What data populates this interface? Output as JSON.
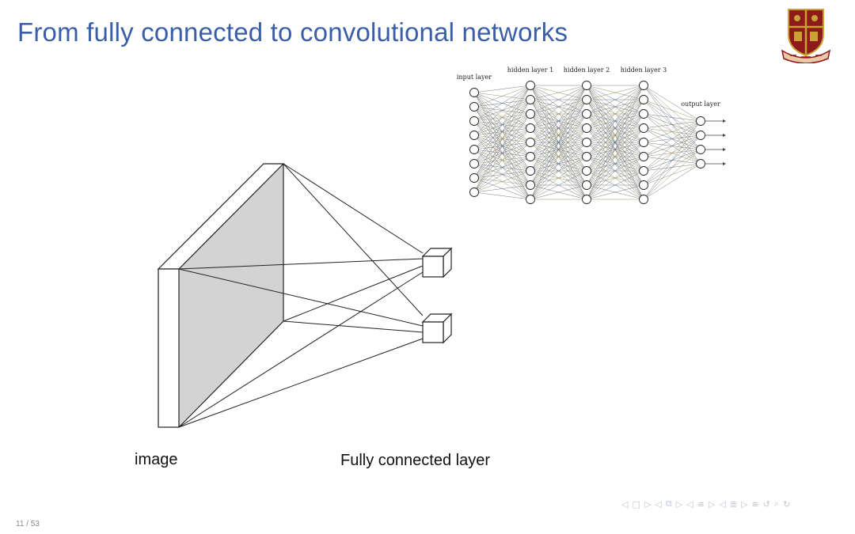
{
  "slide": {
    "title": "From fully connected to convolutional networks",
    "page_number": "11 / 53"
  },
  "nn_diagram": {
    "layers": [
      {
        "label": "input layer",
        "nodes": 8
      },
      {
        "label": "hidden layer 1",
        "nodes": 9
      },
      {
        "label": "hidden layer 2",
        "nodes": 9
      },
      {
        "label": "hidden layer 3",
        "nodes": 9
      },
      {
        "label": "output layer",
        "nodes": 4
      }
    ]
  },
  "conv_diagram": {
    "image_caption": "image",
    "fc_caption": "Fully connected layer"
  },
  "colors": {
    "title": "#3a5fa8",
    "image_face": "#d3d3d3",
    "nav": "#c2c6d6",
    "logo_red": "#8e1b1b",
    "logo_gold": "#c9a233"
  },
  "icons": [
    "university-crest-logo",
    "beamer-navigation-icons"
  ]
}
